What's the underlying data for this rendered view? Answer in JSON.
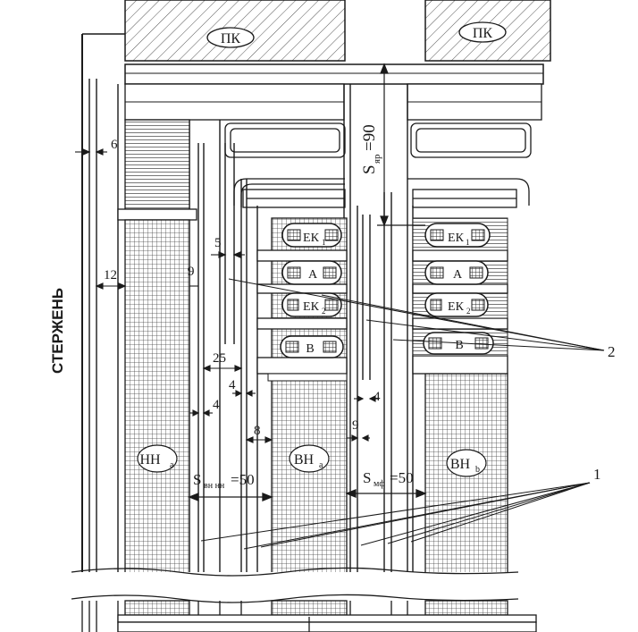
{
  "labels": {
    "pk": "ПК",
    "core": "СТЕРЖЕНЬ",
    "s_yoke_base": "S",
    "s_yoke_sub": "яр",
    "s_yoke_value": "=90",
    "s_hv_lv_base": "S",
    "s_hv_lv_sub": "вн нн",
    "s_hv_lv_value": "=50",
    "s_phase_base": "S",
    "s_phase_sub": "мф",
    "s_phase_value": "=50",
    "nn_base": "НН",
    "nn_sub": "a",
    "vn_a_base": "ВН",
    "vn_a_sub": "a",
    "vn_b_base": "ВН",
    "vn_b_sub": "b",
    "ek_base": "ЕК",
    "ek1_sub": "1",
    "ek2_sub": "2",
    "a": "А",
    "b": "В"
  },
  "dimensions": {
    "d6": "6",
    "d12": "12",
    "d9_left": "9",
    "d5": "5",
    "d25": "25",
    "d4_a": "4",
    "d4_b": "4",
    "d8": "8",
    "d9_right": "9",
    "d4_c": "4"
  },
  "callouts": {
    "one": "1",
    "two": "2"
  },
  "colors": {
    "ink": "#1a1a1a",
    "paper": "#ffffff",
    "hatch": "#555555"
  }
}
